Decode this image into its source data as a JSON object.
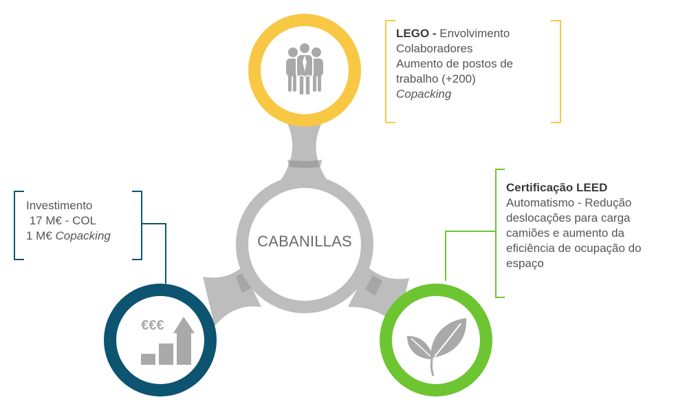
{
  "center": {
    "label": "CABANILLAS"
  },
  "nodes": {
    "people": {
      "icon": "people-group-icon",
      "color": "#F8C744",
      "title": "LEGO - ",
      "lines": [
        "Envolvimento",
        "Colaboradores",
        "Aumento de postos de",
        "trabalho (+200)"
      ],
      "italic": "Copacking"
    },
    "investment": {
      "icon": "growth-chart-icon",
      "color": "#0C5470",
      "icon_text": "€€€",
      "line1": "Investimento",
      "line2": " 17 M€ - COL",
      "line3_prefix": "1 M€ ",
      "line3_italic": "Copacking"
    },
    "sustainability": {
      "icon": "leaves-icon",
      "color": "#6CC531",
      "title": "Certificação LEED",
      "lines": [
        "Automatismo - Redução",
        "deslocações para carga",
        "camiões e aumento da",
        "eficiência de ocupação do",
        "espaço"
      ]
    }
  },
  "colors": {
    "hub": "#BDBDBD",
    "yellow": "#F8C744",
    "teal": "#0C5470",
    "green": "#6CC531",
    "icon_gray": "#A9A9A9"
  }
}
